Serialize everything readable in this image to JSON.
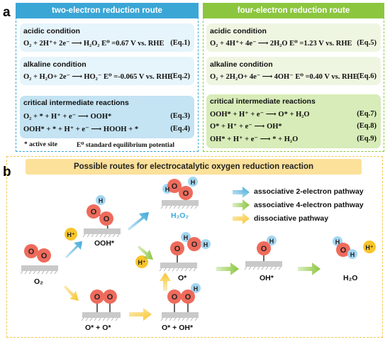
{
  "panel_a": {
    "label": "a",
    "two_electron": {
      "title": "two-electron reduction route",
      "acidic": {
        "title": "acidic condition",
        "eq": "O₂ + 2H⁺+ 2e⁻ ⟶ H₂O₂  E⁰ =0.67 V vs. RHE",
        "num": "(Eq.1)"
      },
      "alkaline": {
        "title": "alkaline condition",
        "eq": "O₂ + H₂O+ 2e⁻ ⟶ HO₂⁻  E⁰ =-0.065 V vs. RHE",
        "num": "(Eq.2)"
      },
      "intermediate": {
        "title": "critical intermediate reactions",
        "eq3": "O₂ + * + H⁺ + e⁻ ⟶ OOH*",
        "num3": "(Eq.3)",
        "eq4": "OOH* + * + H⁺ + e⁻ ⟶ HOOH + *",
        "num4": "(Eq.4)"
      },
      "footnote_star": "*  active site",
      "footnote_e0": "E⁰   standard equilibrium potential"
    },
    "four_electron": {
      "title": "four-electron reduction route",
      "acidic": {
        "title": "acidic condition",
        "eq": "O₂ + 4H⁺+ 4e⁻ ⟶ 2H₂O  E⁰ =1.23 V vs. RHE",
        "num": "(Eq.5)"
      },
      "alkaline": {
        "title": "alkaline condition",
        "eq": "O₂ + 2H₂O+ 4e⁻ ⟶ 4OH⁻  E⁰ =0.40 V vs. RHE",
        "num": "(Eq.6)"
      },
      "intermediate": {
        "title": "critical intermediate reactions",
        "eq7": "OOH* + H⁺ + e⁻ ⟶ O* + H₂O",
        "num7": "(Eq.7)",
        "eq8": "O* + H⁺ + e⁻ ⟶ OH*",
        "num8": "(Eq.8)",
        "eq9": "OH* + H⁺ + e⁻ ⟶ * + H₂O",
        "num9": "(Eq.9)"
      }
    }
  },
  "panel_b": {
    "label": "b",
    "title": "Possible routes for electrocatalytic oxygen reduction reaction",
    "legend": {
      "blue": "associative 2-electron pathway",
      "green": "associative 4-electron pathway",
      "yellow": "dissociative pathway"
    },
    "species": {
      "o2": "O₂",
      "ooh": "OOH*",
      "h2o2": "H₂O₂",
      "o_star": "O*",
      "oh_star": "OH*",
      "h2o": "H₂O",
      "o_o": "O* + O*",
      "o_oh": "O* + OH*"
    },
    "atoms": {
      "h": "H",
      "o": "O",
      "h_plus": "H⁺"
    }
  },
  "colors": {
    "blue": "#3ea8d8",
    "green": "#8cc63f",
    "yellow": "#f7c52b",
    "oxygen": "#ee6b5c",
    "hydrogen": "#a4d6f2",
    "surface": "#c9c9c9"
  }
}
